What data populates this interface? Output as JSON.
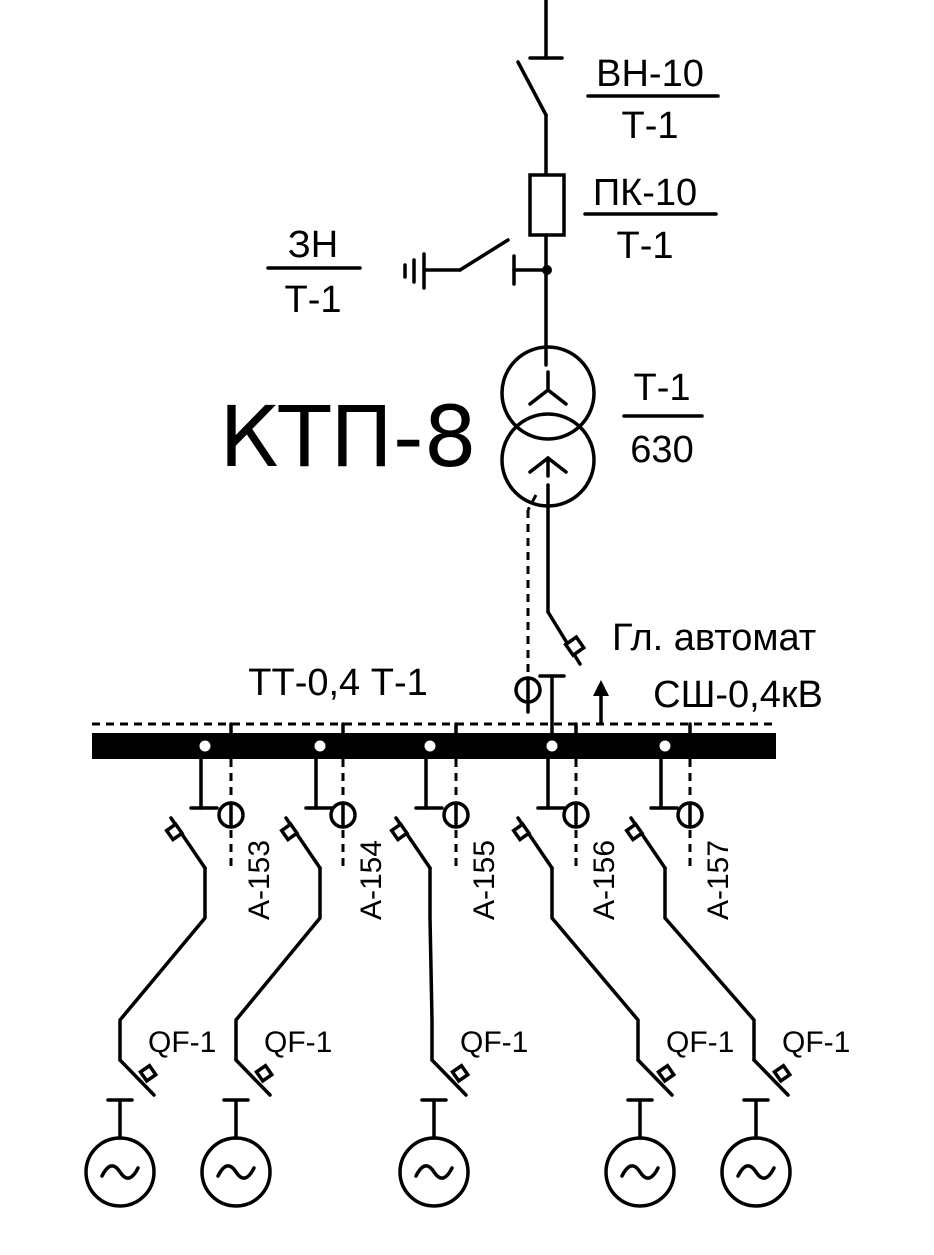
{
  "substation": {
    "name": "КТП-8"
  },
  "hv": {
    "load_switch": {
      "top": "ВН-10",
      "bottom": "Т-1"
    },
    "fuse": {
      "top": "ПК-10",
      "bottom": "Т-1"
    },
    "earthing_switch": {
      "top": "ЗН",
      "bottom": "Т-1"
    }
  },
  "transformer": {
    "top": "Т-1",
    "bottom": "630"
  },
  "main_breaker": {
    "label": "Гл. автомат"
  },
  "busbar": {
    "label": "СШ-0,4кВ"
  },
  "current_transformer": {
    "label": "ТТ-0,4  Т-1"
  },
  "feeders": [
    {
      "meter": "А-153",
      "breaker": "QF-1"
    },
    {
      "meter": "А-154",
      "breaker": "QF-1"
    },
    {
      "meter": "А-155",
      "breaker": "QF-1"
    },
    {
      "meter": "А-156",
      "breaker": "QF-1"
    },
    {
      "meter": "А-157",
      "breaker": "QF-1"
    }
  ]
}
